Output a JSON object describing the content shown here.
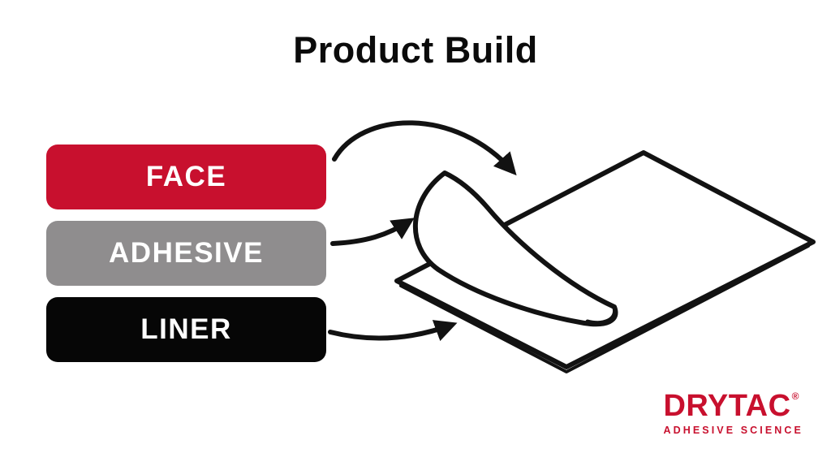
{
  "title": "Product Build",
  "layers": [
    {
      "label": "FACE",
      "color": "#C8102E",
      "text_color": "#FFFFFF"
    },
    {
      "label": "ADHESIVE",
      "color": "#8F8D8E",
      "text_color": "#FFFFFF"
    },
    {
      "label": "LINER",
      "color": "#060606",
      "text_color": "#FFFFFF"
    }
  ],
  "illustration": {
    "name": "peeling-label-sheet",
    "stroke_color": "#121212",
    "fill_color": "#FFFFFF"
  },
  "arrows": [
    {
      "name": "arrow-face-to-sheet"
    },
    {
      "name": "arrow-adhesive-to-sheet"
    },
    {
      "name": "arrow-liner-to-sheet"
    }
  ],
  "logo": {
    "name": "DRYTAC",
    "registered_mark": "®",
    "tagline": "ADHESIVE SCIENCE",
    "color": "#C8102E"
  }
}
